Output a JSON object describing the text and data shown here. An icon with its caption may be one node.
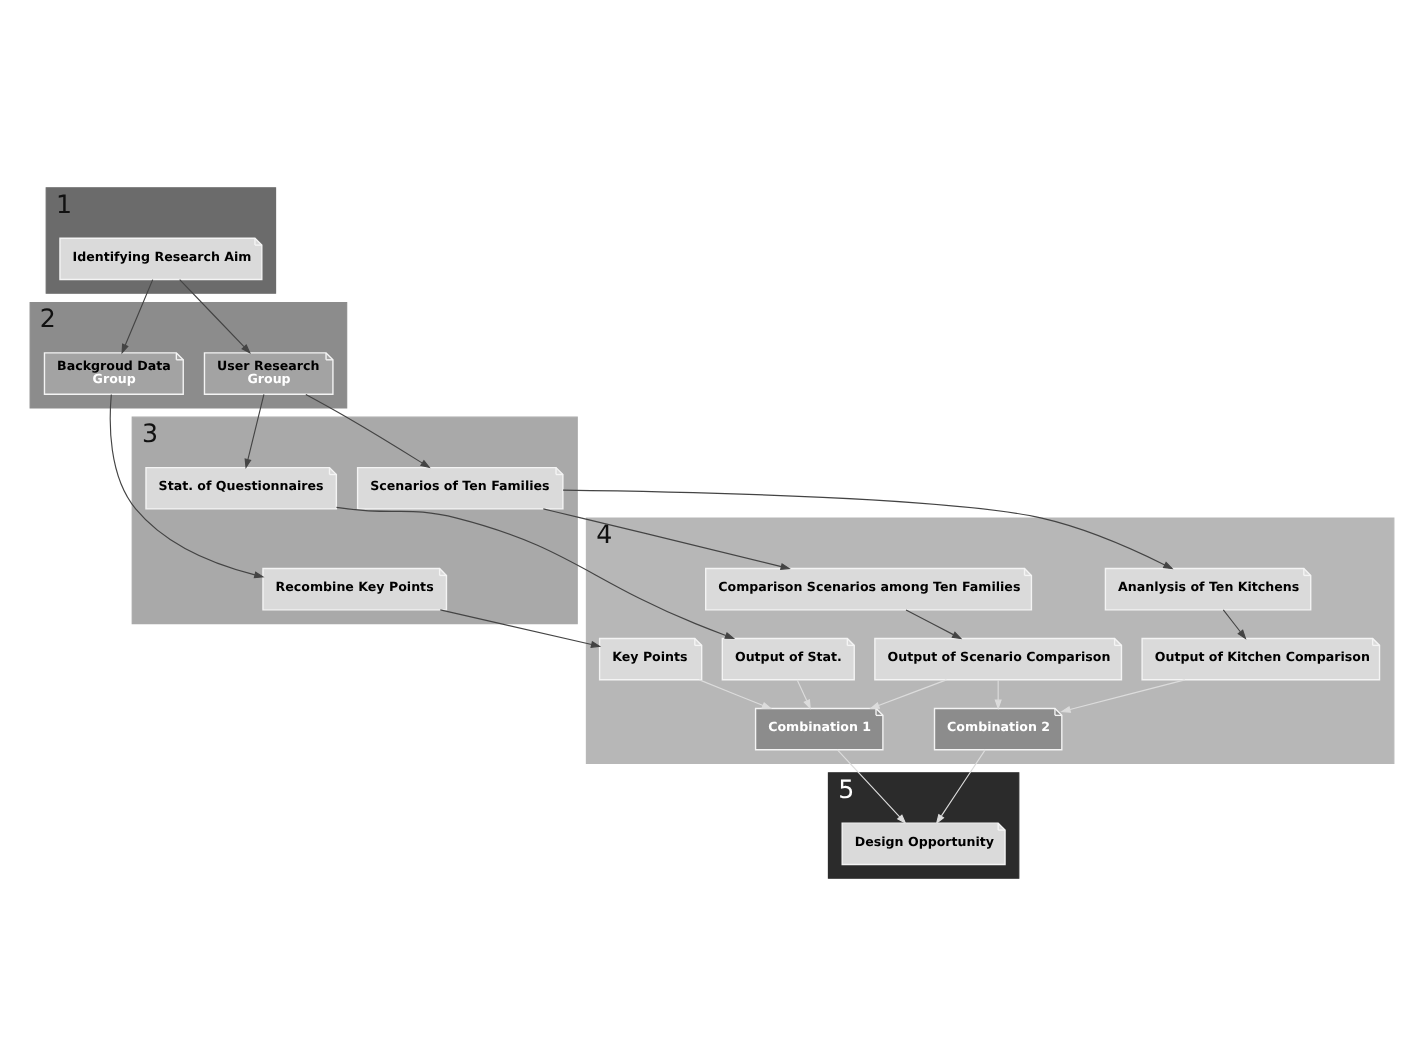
{
  "diagram": {
    "nodes": [
      {
        "text": [
          "1"
        ]
      },
      {
        "text": [
          "Identifying Research Aim"
        ],
        "in": 0
      },
      {
        "text": [
          "2"
        ]
      },
      {
        "text": [
          "Backgroud Data",
          "Group"
        ],
        "in": 2
      },
      {
        "text": [
          "User Research",
          "Group"
        ],
        "in": 2
      },
      {
        "text": [
          "3"
        ]
      },
      {
        "text": [
          "Recombine Key Points"
        ],
        "in": 5
      },
      {
        "text": [
          "Stat. of Questionnaires"
        ],
        "in": 5
      },
      {
        "text": [
          "Scenarios of Ten Families"
        ],
        "in": 5
      },
      {
        "text": [
          "4"
        ]
      },
      {
        "text": [
          "Comparison Scenarios among Ten Families"
        ],
        "in": 9
      },
      {
        "text": [
          "Ananlysis of Ten Kitchens"
        ],
        "in": 9
      },
      {
        "text": [
          "Key Points"
        ],
        "in": 9
      },
      {
        "text": [
          "Output of Stat."
        ],
        "in": 9
      },
      {
        "text": [
          "Output of Scenario Comparison"
        ],
        "in": 9
      },
      {
        "text": [
          "Output of Kitchen Comparison"
        ],
        "in": 9
      },
      {
        "text": [
          "Combination 1"
        ],
        "in": 9
      },
      {
        "text": [
          "Combination 2"
        ],
        "in": 9
      },
      {
        "text": [
          "5"
        ]
      },
      {
        "text": [
          "Design Opportunity"
        ],
        "in": 18
      }
    ],
    "edges": [
      {
        "from": 1,
        "to": 3,
        "arrow": "to"
      },
      {
        "from": 1,
        "to": 4,
        "arrow": "to"
      },
      {
        "from": 3,
        "to": 6,
        "arrow": "to"
      },
      {
        "from": 4,
        "to": 7,
        "arrow": "to"
      },
      {
        "from": 4,
        "to": 8,
        "arrow": "to"
      },
      {
        "from": 8,
        "to": 10,
        "arrow": "to"
      },
      {
        "from": 8,
        "to": 11,
        "arrow": "to"
      },
      {
        "from": 6,
        "to": 12,
        "arrow": "to"
      },
      {
        "from": 7,
        "to": 13,
        "arrow": "to"
      },
      {
        "from": 10,
        "to": 14,
        "arrow": "to"
      },
      {
        "from": 11,
        "to": 15,
        "arrow": "to"
      },
      {
        "from": 12,
        "to": 16,
        "arrow": "to",
        "color": "#dcdcdc"
      },
      {
        "from": 13,
        "to": 16,
        "arrow": "to",
        "color": "#dcdcdc"
      },
      {
        "from": 14,
        "to": 16,
        "arrow": "to",
        "color": "#dcdcdc"
      },
      {
        "from": 14,
        "to": 17,
        "arrow": "to",
        "color": "#dcdcdc"
      },
      {
        "from": 15,
        "to": 17,
        "arrow": "to",
        "color": "#dcdcdc"
      },
      {
        "from": 16,
        "to": 19,
        "arrow": "to",
        "color": "#dcdcdc"
      },
      {
        "from": 17,
        "to": 19,
        "arrow": "to",
        "color": "#dcdcdc"
      }
    ]
  }
}
